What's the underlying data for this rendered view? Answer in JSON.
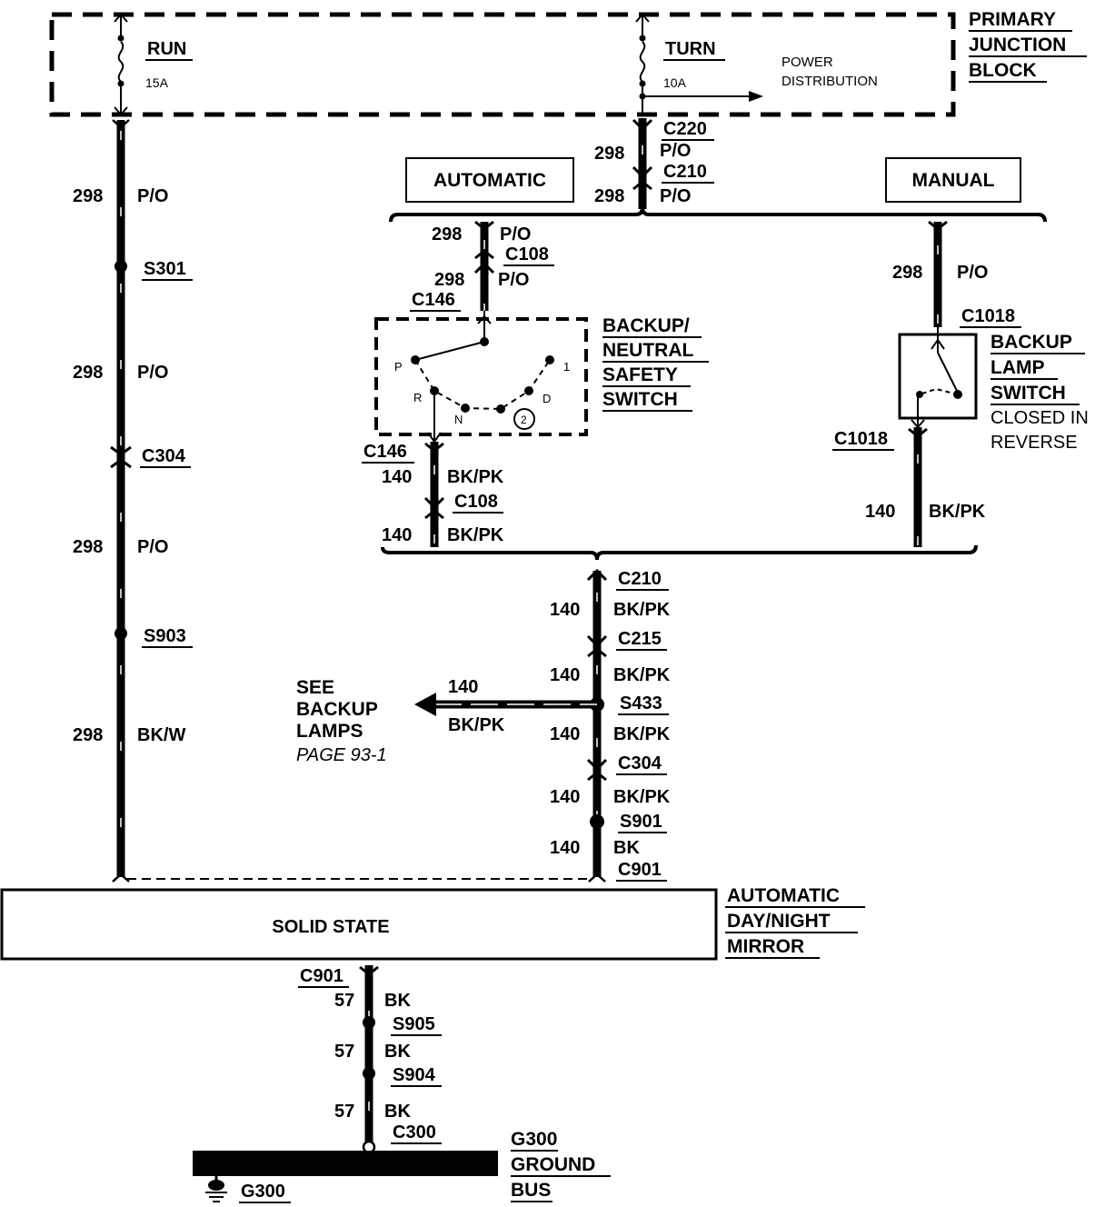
{
  "pjb": {
    "title": [
      "PRIMARY",
      "JUNCTION",
      "BLOCK"
    ],
    "run": {
      "label": "RUN",
      "rating": "15A"
    },
    "turn": {
      "label": "TURN",
      "rating": "10A"
    },
    "power_dist": [
      "POWER",
      "DISTRIBUTION"
    ]
  },
  "left_circuit": {
    "c1_num": "298",
    "c1_color": "P/O",
    "s1": "S301",
    "c2_num": "298",
    "c2_color": "P/O",
    "conn": "C304",
    "c3_num": "298",
    "c3_color": "P/O",
    "s2": "S903",
    "c4_num": "298",
    "c4_color": "BK/W"
  },
  "center_top": {
    "c220": "C220",
    "c220_num": "298",
    "c220_color": "P/O",
    "c210": "C210",
    "c210_num": "298",
    "c210_color": "P/O"
  },
  "automatic": {
    "box_label": "AUTOMATIC",
    "w1_num": "298",
    "w1_color": "P/O",
    "c108": "C108",
    "w2_num": "298",
    "w2_color": "P/O",
    "c146_top": "C146",
    "switch_title": [
      "BACKUP/",
      "NEUTRAL",
      "SAFETY",
      "SWITCH"
    ],
    "positions": {
      "p": "P",
      "r": "R",
      "n": "N",
      "d": "D",
      "one": "1",
      "two": "2"
    },
    "c146_bottom": "C146",
    "w3_num": "140",
    "w3_color": "BK/PK",
    "c108_bottom": "C108",
    "w4_num": "140",
    "w4_color": "BK/PK"
  },
  "manual": {
    "box_label": "MANUAL",
    "w1_num": "298",
    "w1_color": "P/O",
    "c1018_top": "C1018",
    "switch_title": [
      "BACKUP",
      "LAMP",
      "SWITCH"
    ],
    "switch_note": [
      "CLOSED IN",
      "REVERSE"
    ],
    "c1018_bottom": "C1018",
    "w2_num": "140",
    "w2_color": "BK/PK"
  },
  "center_bottom": {
    "c210": "C210",
    "w1_num": "140",
    "w1_color": "BK/PK",
    "c215": "C215",
    "w2_num": "140",
    "w2_color": "BK/PK",
    "s433": "S433",
    "branch_num": "140",
    "branch_color": "BK/PK",
    "see": [
      "SEE",
      "BACKUP",
      "LAMPS"
    ],
    "page_ref": "PAGE 93-1",
    "w3_num": "140",
    "w3_color": "BK/PK",
    "c304": "C304",
    "w4_num": "140",
    "w4_color": "BK/PK",
    "s901": "S901",
    "w5_num": "140",
    "w5_color": "BK",
    "c901": "C901"
  },
  "mirror": {
    "body": "SOLID STATE",
    "title": [
      "AUTOMATIC",
      "DAY/NIGHT",
      "MIRROR"
    ]
  },
  "ground": {
    "c901": "C901",
    "w1_num": "57",
    "w1_color": "BK",
    "s905": "S905",
    "w2_num": "57",
    "w2_color": "BK",
    "s904": "S904",
    "w3_num": "57",
    "w3_color": "BK",
    "c300": "C300",
    "bus_title": [
      "G300",
      "GROUND",
      "BUS"
    ],
    "g300": "G300"
  }
}
